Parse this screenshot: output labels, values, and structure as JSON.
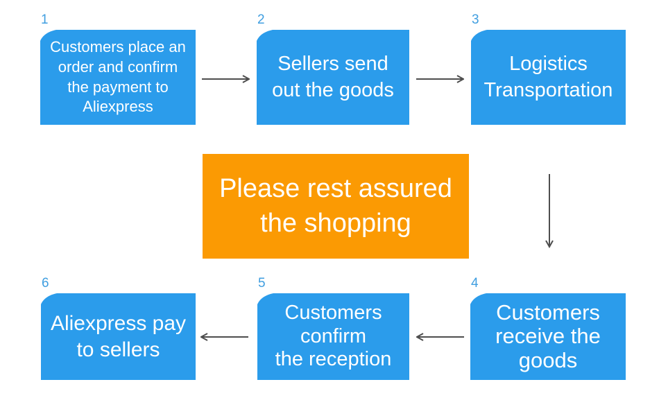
{
  "palette": {
    "background": "#FFFFFF",
    "box_blue": "#2B9CEB",
    "box_orange": "#FB9A03",
    "number_blue": "#3F9EE0",
    "arrow_gray": "#4D4D4D",
    "text_white": "#FFFFFF"
  },
  "diagram": {
    "steps": [
      {
        "number": "1",
        "text": "Customers place an\norder and confirm\nthe payment to\nAliexpress"
      },
      {
        "number": "2",
        "text": "Sellers send\nout the goods"
      },
      {
        "number": "3",
        "text": "Logistics\nTransportation"
      },
      {
        "number": "4",
        "text": "Customers\nreceive the\ngoods"
      },
      {
        "number": "5",
        "text": "Customers\nconfirm\nthe reception"
      },
      {
        "number": "6",
        "text": "Aliexpress pay\nto sellers"
      }
    ],
    "banner": {
      "text": "Please rest assured\nthe shopping"
    }
  }
}
